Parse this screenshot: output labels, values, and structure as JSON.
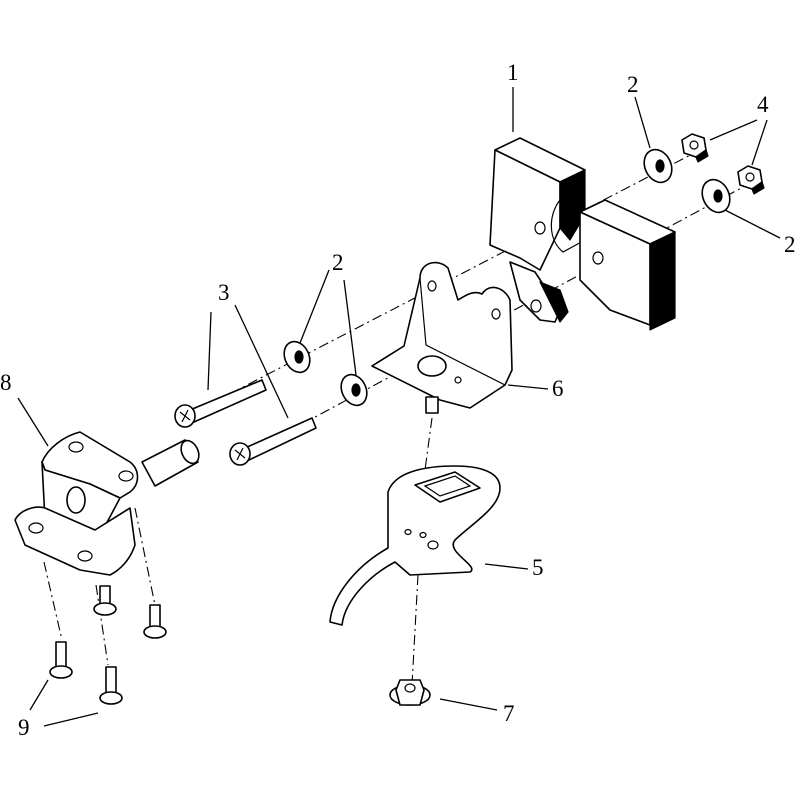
{
  "diagram": {
    "type": "exploded-parts-view",
    "callouts": {
      "c1": "1",
      "c2a": "2",
      "c2b": "2",
      "c2c": "2",
      "c3": "3",
      "c4": "4",
      "c5": "5",
      "c6": "6",
      "c7": "7",
      "c8": "8",
      "c9": "9"
    }
  }
}
